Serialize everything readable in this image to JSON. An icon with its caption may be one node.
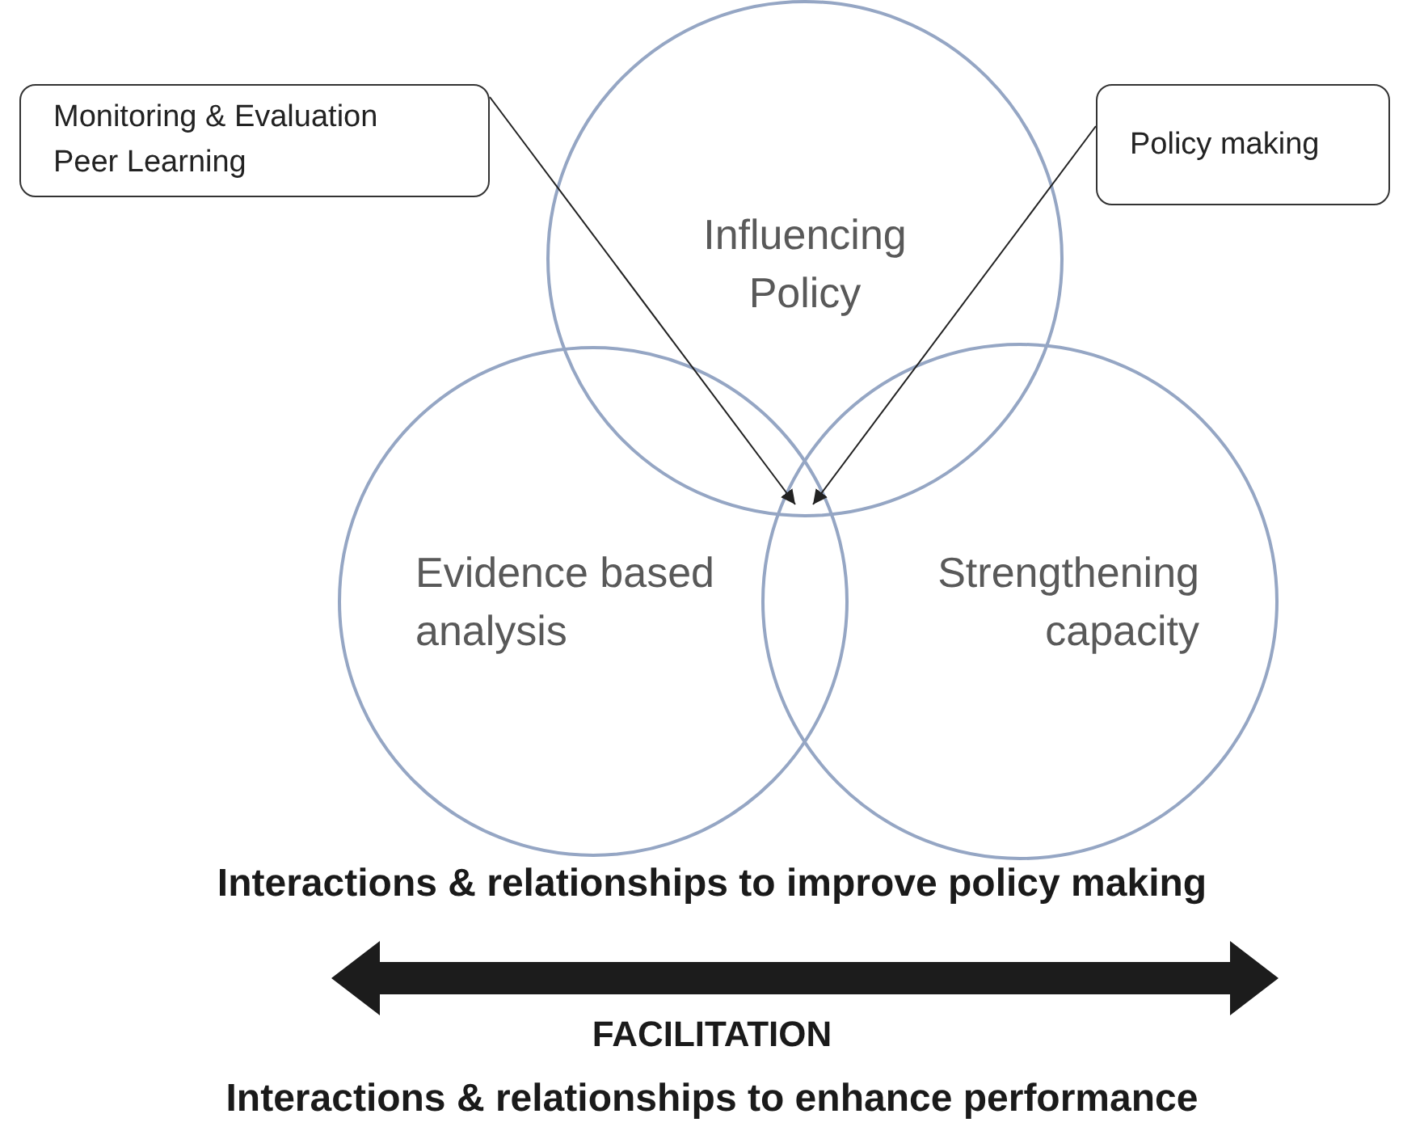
{
  "diagram": {
    "nodes": [
      {
        "text": [
          "Monitoring & Evaluation",
          "Peer Learning"
        ]
      },
      {
        "text": [
          "Policy making"
        ]
      },
      {
        "text": [
          "Influencing Policy"
        ]
      },
      {
        "text": [
          "Evidence based analysis"
        ]
      },
      {
        "text": [
          "Strengthening capacity"
        ]
      }
    ],
    "edges": [
      {
        "from": 0,
        "to": 3,
        "arrow": "to"
      },
      {
        "from": 1,
        "to": 3,
        "arrow": "to"
      }
    ],
    "labels": [
      "Interactions & relationships to improve policy making",
      "FACILITATION",
      "Interactions & relationships to enhance performance"
    ]
  }
}
